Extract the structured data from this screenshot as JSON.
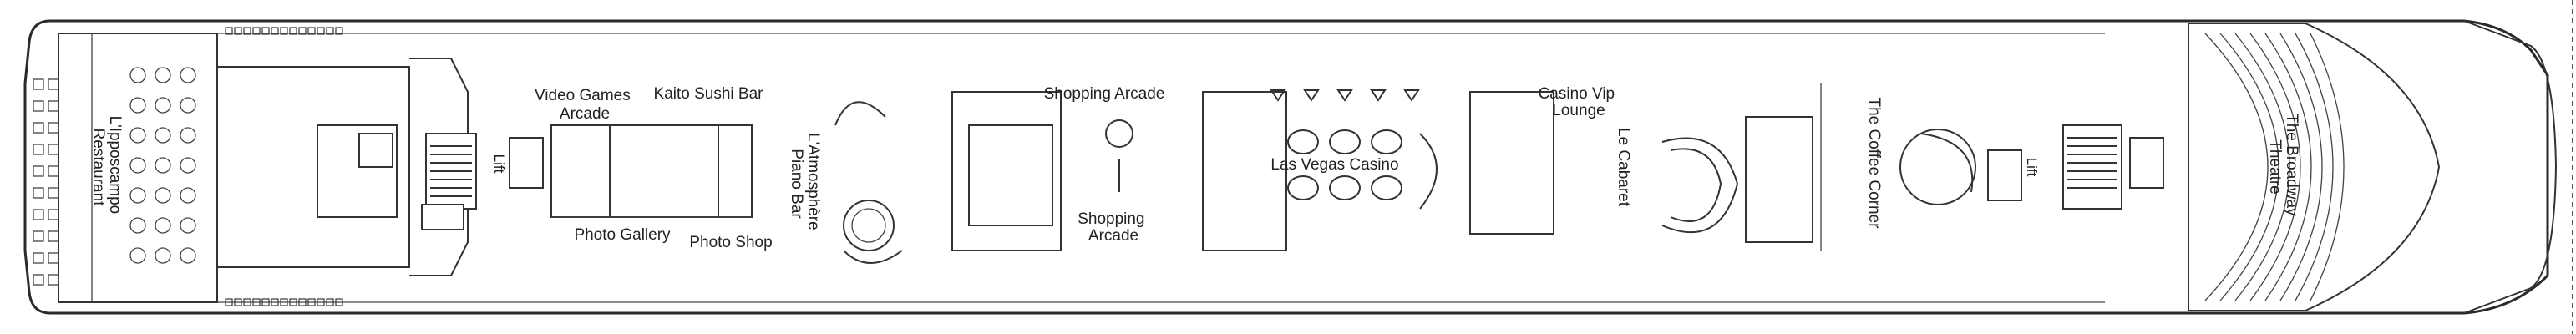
{
  "deck_plan": {
    "labels": {
      "lipposcampo_restaurant": [
        "L'Ipposcampo",
        "Restaurant"
      ],
      "lift_fwd": "Lift",
      "video_games_arcade": [
        "Video Games",
        "Arcade"
      ],
      "kaito_sushi_bar": "Kaito Sushi Bar",
      "photo_gallery": "Photo Gallery",
      "photo_shop": "Photo Shop",
      "latmosphere_piano_bar": [
        "L'Atmosphère",
        "Piano Bar"
      ],
      "shopping_arcade_top": "Shopping Arcade",
      "shopping_arcade_bottom": [
        "Shopping",
        "Arcade"
      ],
      "las_vegas_casino": "Las Vegas Casino",
      "casino_vip_lounge": [
        "Casino Vip",
        "Lounge"
      ],
      "le_cabaret": "Le Cabaret",
      "the_coffee_corner": "The Coffee Corner",
      "lift_aft": "Lift",
      "the_broadway_theatre": [
        "The Broadway",
        "Theatre"
      ]
    },
    "colors": {
      "line": "#333333",
      "background": "#ffffff"
    }
  }
}
